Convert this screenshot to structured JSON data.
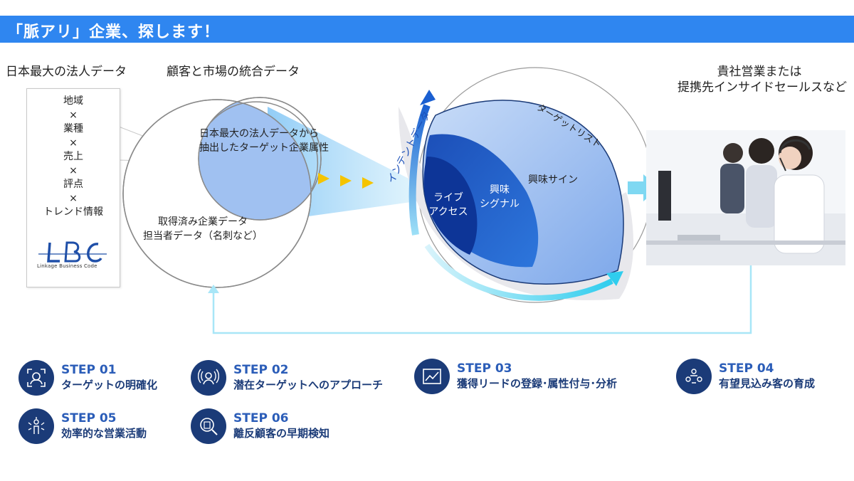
{
  "header": {
    "title": "「脈アリ」企業、探します！"
  },
  "columns": {
    "corp_data": "日本最大の法人データ",
    "integrated_data": "顧客と市場の統合データ",
    "sales_line1": "貴社営業または",
    "sales_line2": "提携先インサイドセールスなど"
  },
  "attribute_card": {
    "items": [
      "地域",
      "×",
      "業種",
      "×",
      "売上",
      "×",
      "評点",
      "×",
      "トレンド情報"
    ],
    "logo_text": "LBC",
    "logo_sub": "Linkage Business Code"
  },
  "venn": {
    "overlap_line1": "日本最大の法人データから",
    "overlap_line2": "抽出したターゲット企業属性",
    "lower_line1": "取得済み企業データ",
    "lower_line2": "担当者データ（名刺など）"
  },
  "funnel": {
    "intent_label": "インテントデータ",
    "target_list": "ターゲットリスト",
    "interest_sign": "興味サイン",
    "interest_signal_line1": "興味",
    "interest_signal_line2": "シグナル",
    "live_access_line1": "ライブ",
    "live_access_line2": "アクセス"
  },
  "steps": [
    {
      "label": "STEP 01",
      "desc": "ターゲットの明確化",
      "icon": "face-scan-icon"
    },
    {
      "label": "STEP 02",
      "desc": "潜在ターゲットへのアプローチ",
      "icon": "broadcast-person-icon"
    },
    {
      "label": "STEP 03",
      "desc": "獲得リードの登録･属性付与･分析",
      "icon": "trend-chart-icon"
    },
    {
      "label": "STEP 04",
      "desc": "有望見込み客の育成",
      "icon": "people-network-icon"
    },
    {
      "label": "STEP 05",
      "desc": "効率的な営業活動",
      "icon": "target-person-icon"
    },
    {
      "label": "STEP 06",
      "desc": "離反顧客の早期検知",
      "icon": "magnify-document-icon"
    }
  ],
  "colors": {
    "header": "#2f86f0",
    "step_icon_bg": "#1b3b78",
    "step_label": "#2b5db8",
    "funnel_dark": "#0d3597",
    "funnel_mid": "#1e5fd0",
    "funnel_light": "#a9c8f3",
    "arrow_cyan": "#4fd6f2"
  }
}
